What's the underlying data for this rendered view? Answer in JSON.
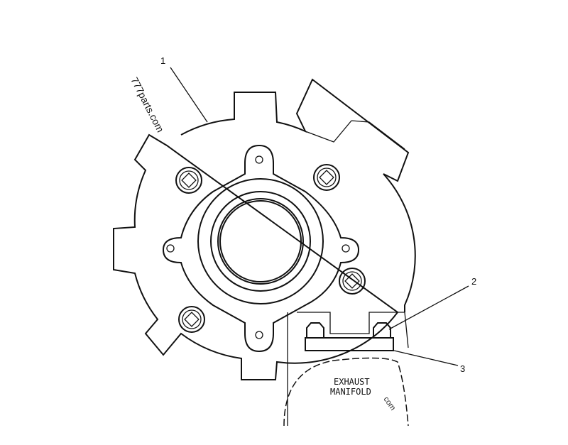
{
  "callouts": [
    {
      "number": "1"
    },
    {
      "number": "2"
    },
    {
      "number": "3"
    }
  ],
  "manifold_label": {
    "line1": "EXHAUST",
    "line2": "MANIFOLD"
  },
  "watermark": {
    "text": "777parts.com",
    "partial": "com"
  }
}
